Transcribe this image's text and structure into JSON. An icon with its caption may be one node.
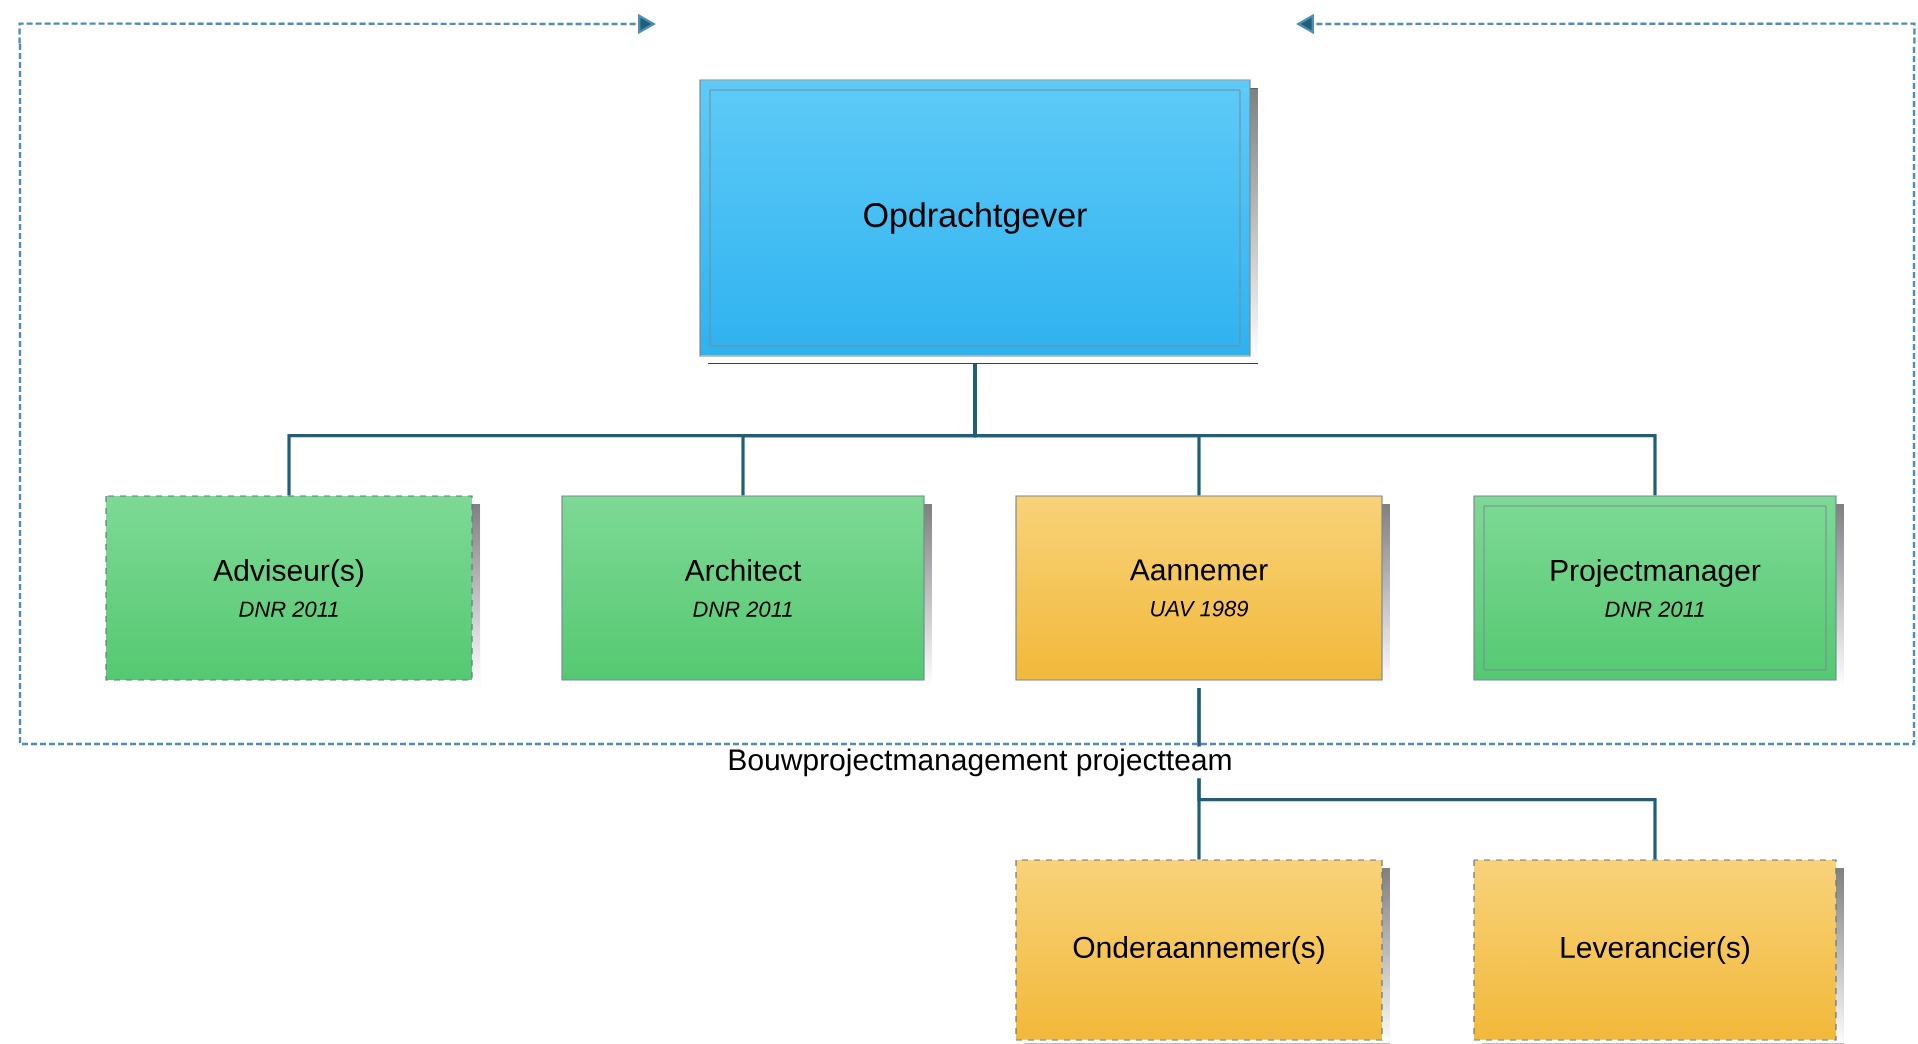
{
  "diagram": {
    "nodes": [
      {
        "text": [
          "Bouwprojectmanagement projectteam"
        ]
      },
      {
        "text": [
          "Opdrachtgever"
        ],
        "in": 0
      },
      {
        "text": [
          "Adviseur(s)",
          "DNR 2011"
        ],
        "in": 0
      },
      {
        "text": [
          "Architect",
          "DNR 2011"
        ],
        "in": 0
      },
      {
        "text": [
          "Aannemer",
          "UAV 1989"
        ],
        "in": 0
      },
      {
        "text": [
          "Projectmanager",
          "DNR 2011"
        ],
        "in": 0
      },
      {
        "text": [
          "Onderaannemer(s)"
        ]
      },
      {
        "text": [
          "Leverancier(s)"
        ]
      }
    ],
    "edges": [
      {
        "from": 1,
        "to": 2,
        "arrow": "none"
      },
      {
        "from": 1,
        "to": 3,
        "arrow": "none"
      },
      {
        "from": 1,
        "to": 4,
        "arrow": "none"
      },
      {
        "from": 1,
        "to": 5,
        "arrow": "none"
      },
      {
        "from": 4,
        "to": 6,
        "arrow": "none"
      },
      {
        "from": 4,
        "to": 7,
        "arrow": "none"
      },
      {
        "from": 0,
        "to": null,
        "arrow": "to",
        "style": "dashed",
        "color": "#4f8db5"
      },
      {
        "from": 0,
        "to": null,
        "arrow": "to",
        "style": "dashed",
        "color": "#4f8db5"
      }
    ]
  }
}
